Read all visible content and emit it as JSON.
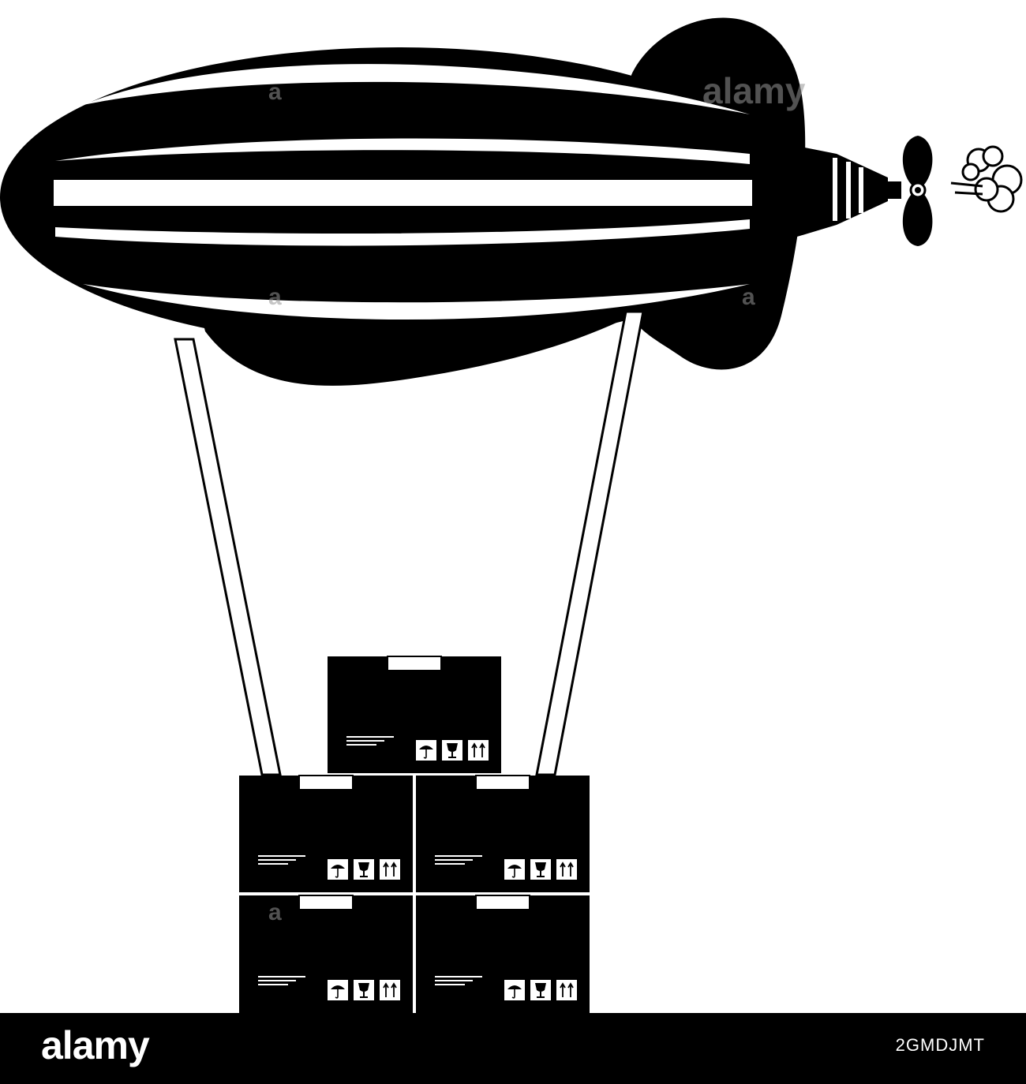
{
  "colors": {
    "ink": "#000000",
    "paper": "#ffffff",
    "watermark": "#969696"
  },
  "watermark": {
    "brand": "alamy",
    "letter": "a"
  },
  "footer": {
    "brand": "alamy",
    "image_id": "2GMDJMT"
  },
  "icons": [
    "airship-icon",
    "propeller-icon",
    "exhaust-cloud-icon",
    "cardboard-box-icon",
    "umbrella-icon",
    "fragile-glass-icon",
    "this-way-up-icon"
  ]
}
